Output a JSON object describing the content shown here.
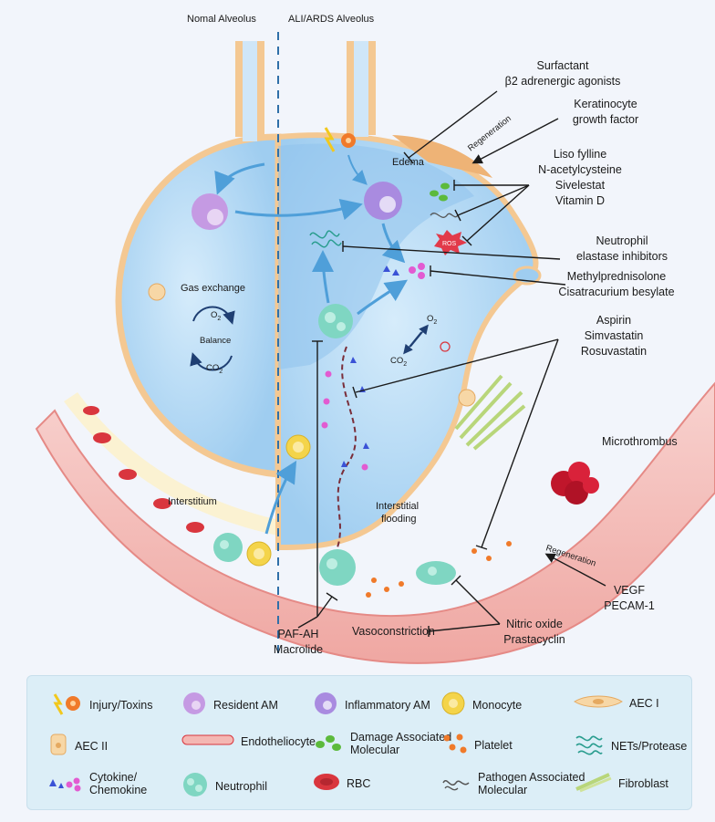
{
  "headers": {
    "normal": "Nomal Alveolus",
    "ards": "ALI/ARDS Alveolus"
  },
  "labels": {
    "gas_exchange": "Gas exchange",
    "balance": "Balance",
    "o2": "O",
    "co2": "CO",
    "sub2": "2",
    "edema": "Edema",
    "regeneration_top": "Regeneration",
    "regeneration_bottom": "Regeneration",
    "interstitium": "Interstitium",
    "interstitial_flooding_1": "Interstitial",
    "interstitial_flooding_2": "flooding",
    "microthrombus": "Microthrombus",
    "vasoconstriction": "Vasoconstriction",
    "ros": "ROS"
  },
  "therapies": {
    "surfactant": [
      "Surfactant",
      "β2 adrenergic agonists"
    ],
    "kgf": [
      "Keratinocyte",
      "growth factor"
    ],
    "lisofylline": [
      "Liso fylline",
      "N-acetylcysteine",
      "Sivelestat",
      "Vitamin D"
    ],
    "ne_inhibitors": [
      "Neutrophil",
      "elastase inhibitors"
    ],
    "methylpred": [
      "Methylprednisolone",
      "Cisatracurium besylate"
    ],
    "statins": [
      "Aspirin",
      "Simvastatin",
      "Rosuvastatin"
    ],
    "vegf": [
      "VEGF",
      "PECAM-1"
    ],
    "nitric": [
      "Nitric oxide",
      "Prastacyclin"
    ],
    "paf": [
      "PAF-AH",
      "Macrolide"
    ]
  },
  "legend": [
    {
      "icon": "injury-icon",
      "text": [
        "Injury/Toxins"
      ]
    },
    {
      "icon": "resident-am-icon",
      "text": [
        "Resident AM"
      ]
    },
    {
      "icon": "inflammatory-am-icon",
      "text": [
        "Inflammatory AM"
      ]
    },
    {
      "icon": "monocyte-icon",
      "text": [
        "Monocyte"
      ]
    },
    {
      "icon": "aec1-icon",
      "text": [
        "AEC I"
      ]
    },
    {
      "icon": "aec2-icon",
      "text": [
        "AEC II"
      ]
    },
    {
      "icon": "endotheliocyte-icon",
      "text": [
        "Endotheliocyte"
      ]
    },
    {
      "icon": "damp-icon",
      "text": [
        "Damage Associated",
        "Molecular"
      ]
    },
    {
      "icon": "platelet-icon",
      "text": [
        "Platelet"
      ]
    },
    {
      "icon": "nets-icon",
      "text": [
        "NETs/Protease"
      ]
    },
    {
      "icon": "cytokine-icon",
      "text": [
        "Cytokine/",
        "Chemokine"
      ]
    },
    {
      "icon": "neutrophil-icon",
      "text": [
        "Neutrophil"
      ]
    },
    {
      "icon": "rbc-icon",
      "text": [
        "RBC"
      ]
    },
    {
      "icon": "pamp-icon",
      "text": [
        "Pathogen Associated",
        "Molecular"
      ]
    },
    {
      "icon": "fibroblast-icon",
      "text": [
        "Fibroblast"
      ]
    }
  ],
  "colors": {
    "alveolus_fill": "#b9dcf5",
    "alveolus_edge": "#f4c892",
    "vessel": "#f4b7b3",
    "rbc": "#d9363e",
    "neutrophil": "#7fd6c2",
    "monocyte": "#f4d44a",
    "macrophage": "#b48ad9",
    "platelet": "#f07a2a",
    "arrow": "#4f9fd9",
    "inhibit": "#1a1a1a",
    "legend_bg": "#dceef7"
  }
}
